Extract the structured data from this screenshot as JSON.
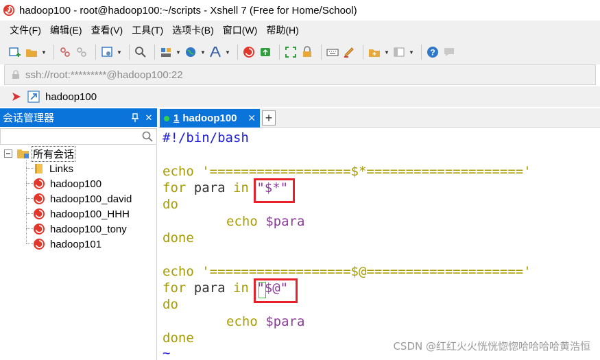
{
  "window": {
    "title": "hadoop100 - root@hadoop100:~/scripts - Xshell 7 (Free for Home/School)"
  },
  "menu": {
    "items": [
      "文件(F)",
      "编辑(E)",
      "查看(V)",
      "工具(T)",
      "选项卡(B)",
      "窗口(W)",
      "帮助(H)"
    ]
  },
  "address": {
    "value": "ssh://root:*********@hadoop100:22"
  },
  "link_bar": {
    "label": "hadoop100"
  },
  "session_manager": {
    "title": "会话管理器",
    "pin_glyph": "⊟",
    "close_glyph": "✕",
    "search_placeholder": "",
    "root_label": "所有会话",
    "items": [
      {
        "label": "Links",
        "icon": "folder-icon"
      },
      {
        "label": "hadoop100",
        "icon": "session-icon"
      },
      {
        "label": "hadoop100_david",
        "icon": "session-icon"
      },
      {
        "label": "hadoop100_HHH",
        "icon": "session-icon"
      },
      {
        "label": "hadoop100_tony",
        "icon": "session-icon"
      },
      {
        "label": "hadoop101",
        "icon": "session-icon"
      }
    ]
  },
  "tabs": {
    "active": {
      "number": "1",
      "label": "hadoop100",
      "close": "✕"
    },
    "add_label": "+"
  },
  "terminal": {
    "shebang": "#!/bin/bash",
    "echo1_kw": "echo",
    "echo1_str": "'==================$*===================='",
    "for1_kw": "for",
    "for1_var": " para ",
    "for1_in": "in",
    "for1_arg": "\"$*\"",
    "do1": "do",
    "body1_cmd": "echo",
    "body1_var": "$para",
    "done1": "done",
    "echo2_kw": "echo",
    "echo2_str": "'==================$@===================='",
    "for2_kw": "for",
    "for2_var": " para ",
    "for2_in": "in",
    "for2_q1": "\"",
    "for2_rest": "$@\"",
    "do2": "do",
    "body2_cmd": "echo",
    "body2_var": "$para",
    "done2": "done",
    "tilde": "~"
  },
  "watermark": "CSDN @红红火火恍恍惚惚哈哈哈哈黄浩恒",
  "colors": {
    "accent_blue": "#0a74da",
    "highlight_red": "#e8202a",
    "keyword_olive": "#a79d00",
    "variable_purple": "#8b3a9a",
    "shebang_blue": "#1d1ddb"
  }
}
